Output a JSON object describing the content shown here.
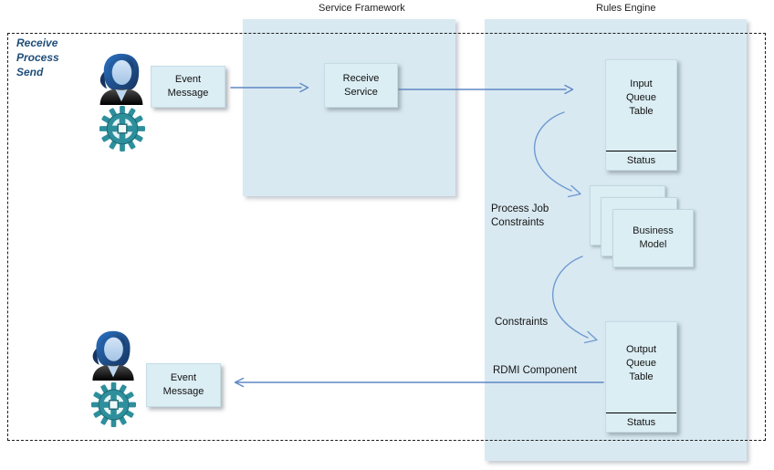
{
  "diagram": {
    "columns": {
      "service_framework": "Service Framework",
      "rules_engine": "Rules Engine"
    },
    "lane": {
      "line1": "Receive",
      "line2": "Process",
      "line3": "Send"
    },
    "nodes": {
      "event_message_top": {
        "line1": "Event",
        "line2": "Message"
      },
      "receive_service": {
        "line1": "Receive",
        "line2": "Service"
      },
      "input_queue_table": {
        "line1": "Input",
        "line2": "Queue",
        "line3": "Table",
        "status": "Status"
      },
      "business_model": {
        "line1": "Business",
        "line2": "Model"
      },
      "output_queue_table": {
        "line1": "Output",
        "line2": "Queue",
        "line3": "Table",
        "status": "Status"
      },
      "event_message_bottom": {
        "line1": "Event",
        "line2": "Message"
      }
    },
    "edge_labels": {
      "process_job_line1": "Process Job",
      "process_job_line2": "Constraints",
      "constraints": "Constraints",
      "rdmi": "RDMI Component"
    },
    "icons": {
      "person": "person-icon",
      "gear": "gear-icon"
    },
    "colors": {
      "panel_fill": "#d9e9f1",
      "node_fill": "#dbeef4",
      "straight_arrow": "#5e88c4",
      "curved_arrow": "#6f9ad2",
      "lane_text": "#1f4e79",
      "gear_teal": "#2e8f9c",
      "hair_blue": "#1d5fae",
      "dashed_border": "#1c1c1c"
    }
  }
}
